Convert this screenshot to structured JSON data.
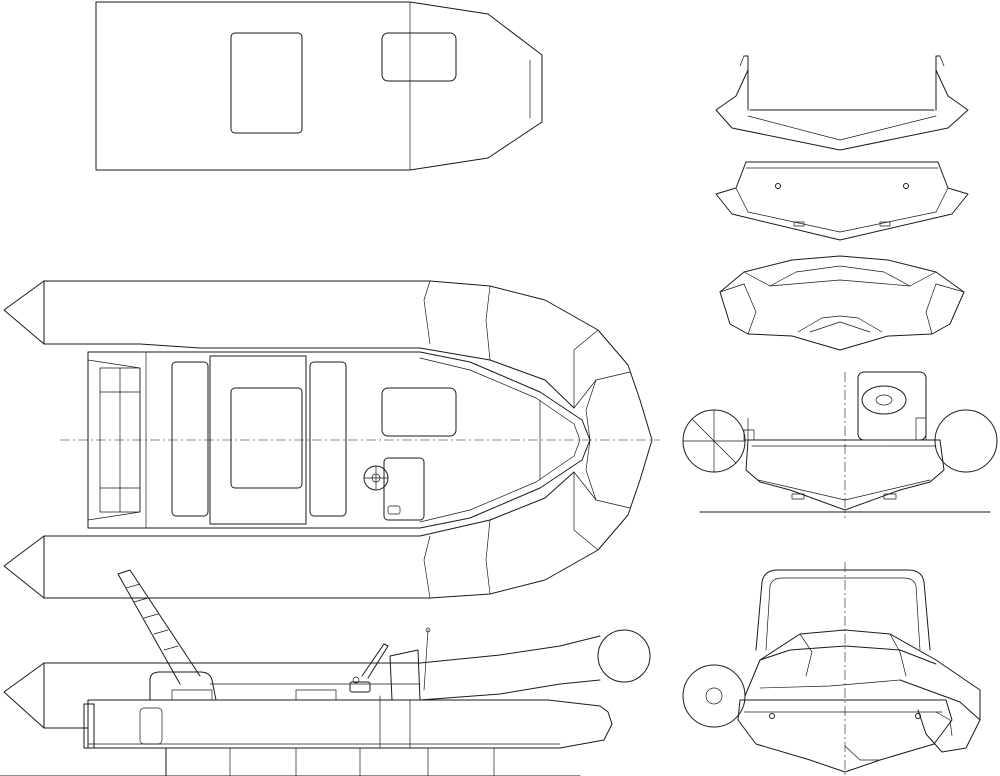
{
  "drawing": {
    "views": [
      {
        "id": "deck-plan"
      },
      {
        "id": "hull-cross-section-1"
      },
      {
        "id": "hull-cross-section-2"
      },
      {
        "id": "hull-front-perspective"
      },
      {
        "id": "top-plan"
      },
      {
        "id": "rear-elevation"
      },
      {
        "id": "side-profile"
      },
      {
        "id": "front-elevation"
      }
    ]
  }
}
